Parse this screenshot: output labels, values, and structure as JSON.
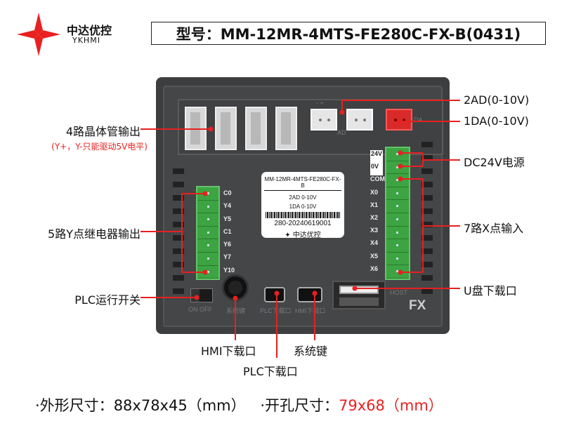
{
  "brand": {
    "name_cn": "中达优控",
    "name_en": "YKHMI",
    "logo_color": "#e8201f"
  },
  "title": "型号：MM-12MR-4MTS-FE280C-FX-B(0431)",
  "device": {
    "plate": {
      "model": "MM-12MR-4MTS-FE280C-FX-B",
      "line1": "2AD   0-10V",
      "line2": "1DA   0-10V",
      "serial": "280-20240619001",
      "brand": "中达优控"
    },
    "left_terminals": [
      "C0",
      "Y4",
      "Y5",
      "C1",
      "Y6",
      "Y7",
      "Y10"
    ],
    "right_terminals": [
      "24V",
      "0V",
      "COM",
      "X0",
      "X1",
      "X2",
      "X3",
      "X4",
      "X5",
      "X6"
    ],
    "silk": {
      "switch": "ON  OFF",
      "knob": "系统键",
      "plc_port": "PLC下载口",
      "hmi_port": "HMI下载口",
      "host": "HOST",
      "fx": "FX",
      "ad": "AD",
      "da": "DA",
      "polarity": "- +"
    }
  },
  "callouts": {
    "transistor_out": "4路晶体管输出",
    "transistor_note": "(Y+，Y-只能驱动5V电平)",
    "relay_out": "5路Y点继电器输出",
    "run_switch": "PLC运行开关",
    "ad": "2AD(0-10V)",
    "da": "1DA(0-10V)",
    "power": "DC24V电源",
    "x_in": "7路X点输入",
    "usb": "U盘下载口",
    "hmi_dl": "HMI下载口",
    "plc_dl": "PLC下载口",
    "sys_key": "系统键"
  },
  "dimensions": {
    "outer_label": "·外形尺寸：",
    "outer_value": "88x78x45（mm）",
    "cutout_label": "·开孔尺寸：",
    "cutout_value": "79x68（mm）",
    "highlight_color": "#e8201f"
  }
}
